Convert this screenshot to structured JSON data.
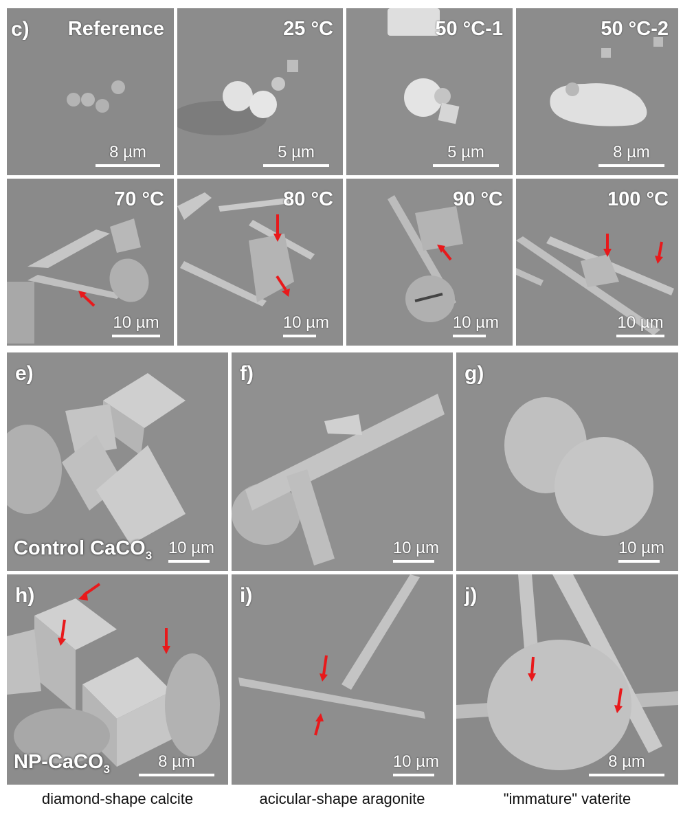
{
  "row_label": "c)",
  "temp_panels": [
    {
      "title": "Reference",
      "scale": "8 µm"
    },
    {
      "title": "25 °C",
      "scale": "5 µm"
    },
    {
      "title": "50 °C-1",
      "scale": "5 µm"
    },
    {
      "title": "50 °C-2",
      "scale": "8 µm"
    },
    {
      "title": "70 °C",
      "scale": "10 µm"
    },
    {
      "title": "80 °C",
      "scale": "10 µm"
    },
    {
      "title": "90 °C",
      "scale": "10 µm"
    },
    {
      "title": "100 °C",
      "scale": "10 µm"
    }
  ],
  "morph_panels": [
    {
      "label": "e)",
      "scale": "10 µm"
    },
    {
      "label": "f)",
      "scale": "10 µm"
    },
    {
      "label": "g)",
      "scale": "10 µm"
    },
    {
      "label": "h)",
      "scale": "8 µm"
    },
    {
      "label": "i)",
      "scale": "10 µm"
    },
    {
      "label": "j)",
      "scale": "8 µm"
    }
  ],
  "control_label": "Control CaCO",
  "control_sub": "3",
  "np_label": "NP-CaCO",
  "np_sub": "3",
  "captions": [
    "diamond-shape calcite",
    "acicular-shape aragonite",
    "\"immature\" vaterite"
  ],
  "colors": {
    "arrow": "#e8191b",
    "background": "#8c8c8c",
    "crystal": "#c9c9c9"
  }
}
